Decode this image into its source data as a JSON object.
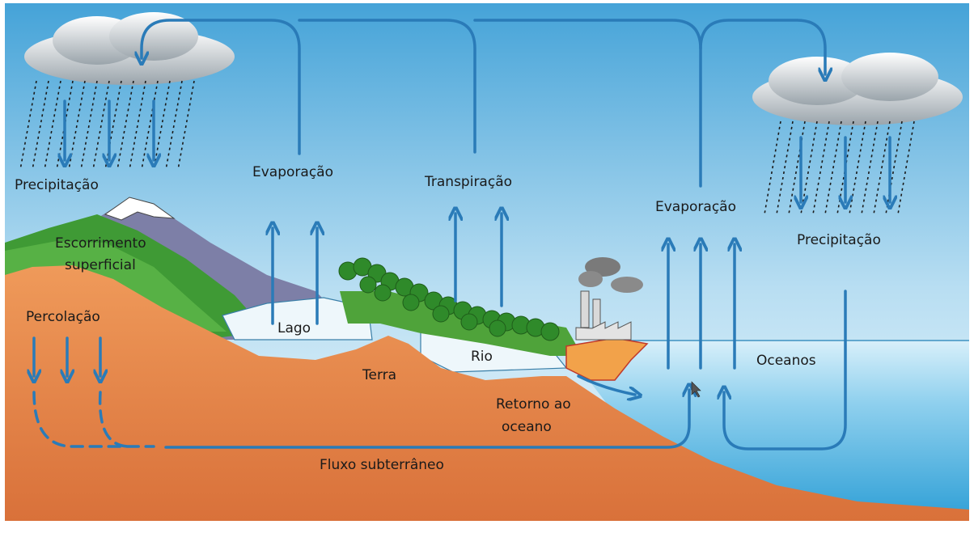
{
  "labels": {
    "precipitation_left": "Precipitação",
    "evaporation_lake": "Evaporação",
    "transpiration": "Transpiração",
    "evaporation_ocean": "Evaporação",
    "precipitation_right": "Precipitação",
    "surface_runoff_line1": "Escorrimento",
    "surface_runoff_line2": "superficial",
    "percolation": "Percolação",
    "lake": "Lago",
    "land": "Terra",
    "river": "Rio",
    "return_line1": "Retorno ao",
    "return_line2": "oceano",
    "oceans": "Oceanos",
    "groundwater_flow": "Fluxo subterrâneo"
  },
  "colors": {
    "arrow": "#2a7bb8",
    "sky_top": "#4ea9dc",
    "sky_bottom": "#e9f5fb",
    "earth": "#e4864a",
    "ocean": "#4fb6e3",
    "grass": "#4c9f3a"
  }
}
